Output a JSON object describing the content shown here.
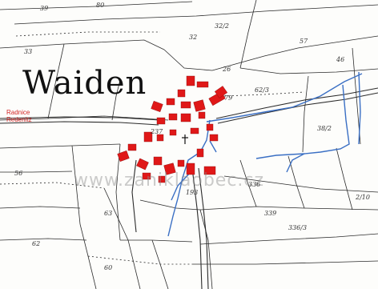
{
  "map": {
    "town_name": "Waiden",
    "town_hall_label": "Radnice",
    "town_hall_label_alt": "Redenitz",
    "watermark": "www.zaniklaobec.cz",
    "parcel_numbers": [
      "39",
      "80",
      "32",
      "57",
      "46",
      "26",
      "33",
      "56",
      "63",
      "62",
      "60",
      "62/3",
      "237",
      "79",
      "193",
      "32/2",
      "336",
      "339",
      "38/2",
      "2/10",
      "336/3"
    ],
    "colors": {
      "building": "#e01818",
      "stream": "#3a6fc4",
      "line": "#2b2b2b",
      "label": "#d32626"
    }
  }
}
